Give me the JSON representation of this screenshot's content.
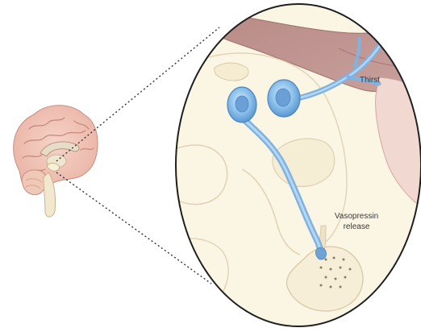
{
  "diagram": {
    "labels": {
      "thirst": "Thirst",
      "vasopressin_line1": "Vasopressin",
      "vasopressin_line2": "release"
    }
  }
}
